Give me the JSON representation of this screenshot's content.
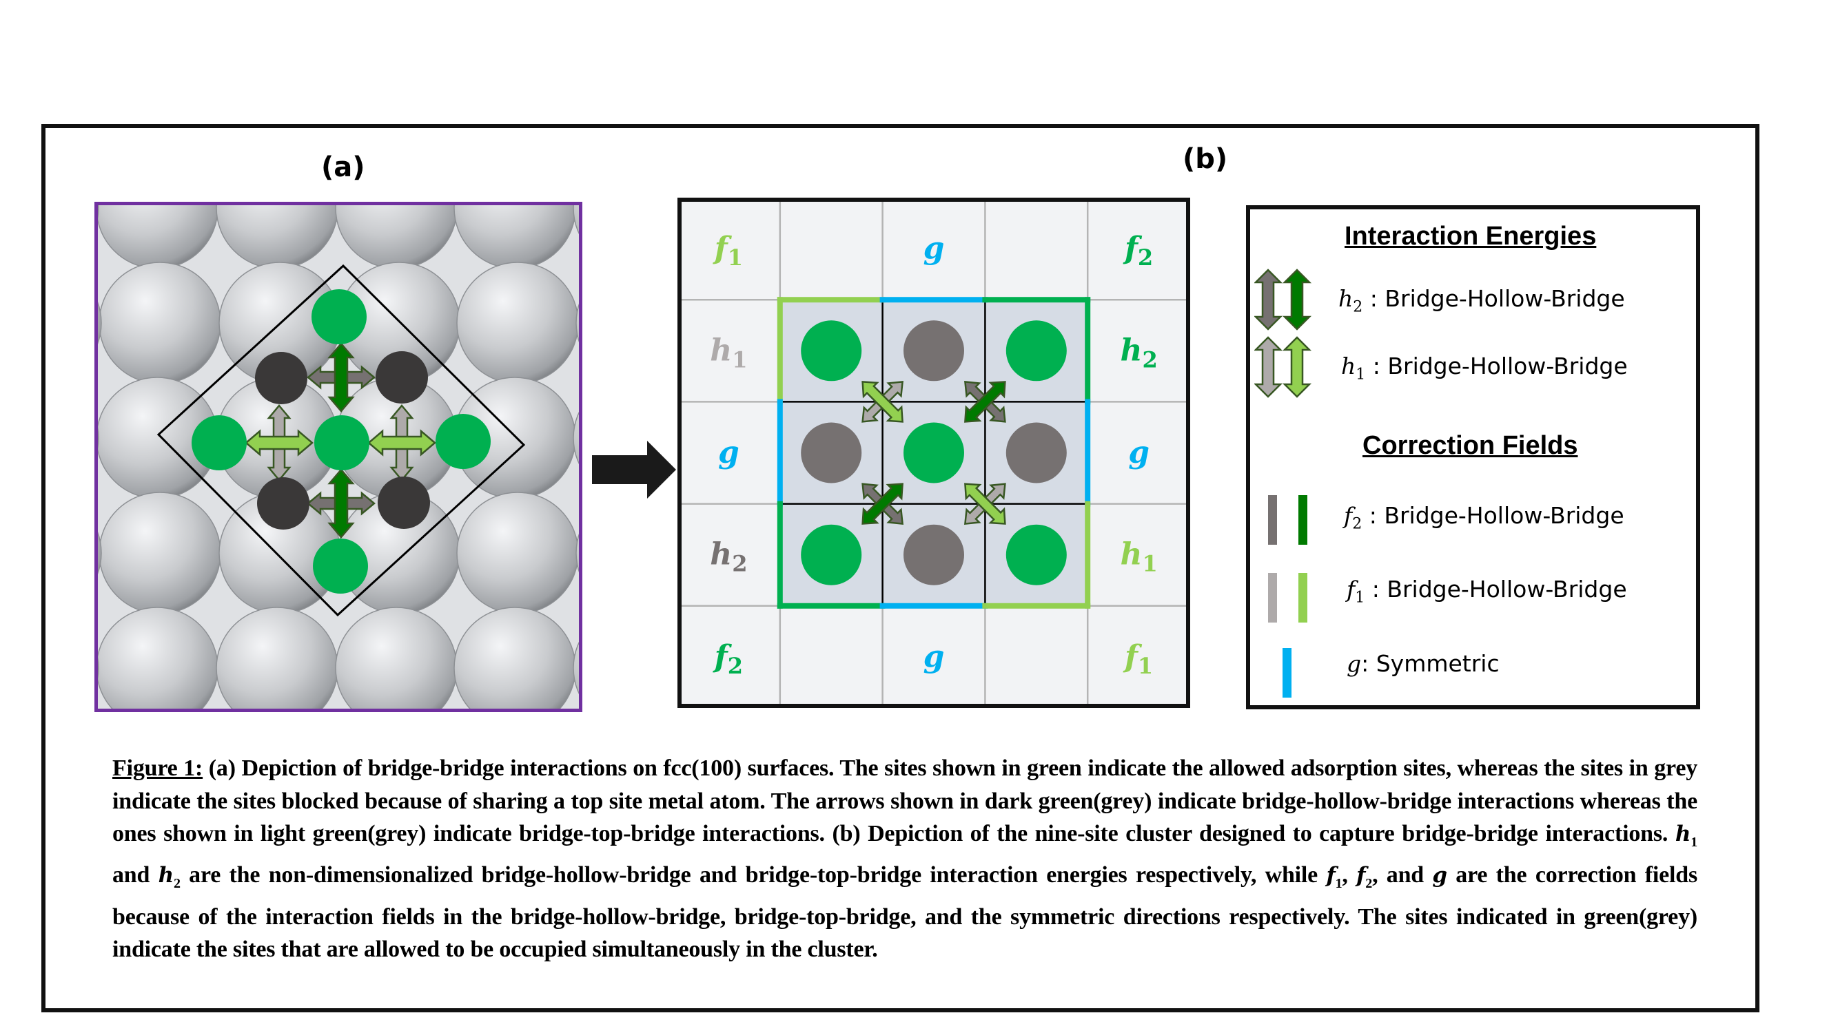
{
  "panel_a": {
    "label": "(a)",
    "description": "fcc(100) surface with bridge-bridge interactions",
    "colors": {
      "border": "#7030A0",
      "allowed_site": "#00B050",
      "blocked_site": "#3A3838",
      "diamond": "#000000"
    }
  },
  "panel_b": {
    "label": "(b)",
    "outer_labels": {
      "top": [
        "f1",
        "",
        "g",
        "",
        "f2"
      ],
      "left": [
        "h1",
        "g",
        "h2"
      ],
      "right": [
        "h2",
        "g",
        "h1"
      ],
      "bottom": [
        "f2",
        "",
        "g",
        "",
        "f1"
      ]
    },
    "outer_label_text": {
      "top_0": {
        "base": "f",
        "sub": "1",
        "color": "#92D050"
      },
      "top_2": {
        "base": "g",
        "sub": "",
        "color": "#00B0F0"
      },
      "top_4": {
        "base": "f",
        "sub": "2",
        "color": "#00B050"
      },
      "left_0": {
        "base": "h",
        "sub": "1",
        "color": "#AEAAAA"
      },
      "left_1": {
        "base": "g",
        "sub": "",
        "color": "#00B0F0"
      },
      "left_2": {
        "base": "h",
        "sub": "2",
        "color": "#767171"
      },
      "right_0": {
        "base": "h",
        "sub": "2",
        "color": "#00B050"
      },
      "right_1": {
        "base": "g",
        "sub": "",
        "color": "#00B0F0"
      },
      "right_2": {
        "base": "h",
        "sub": "1",
        "color": "#92D050"
      },
      "bottom_0": {
        "base": "f",
        "sub": "2",
        "color": "#00B050"
      },
      "bottom_2": {
        "base": "g",
        "sub": "",
        "color": "#00B0F0"
      },
      "bottom_4": {
        "base": "f",
        "sub": "1",
        "color": "#92D050"
      }
    },
    "cluster_sites": [
      [
        "allowed",
        "blocked",
        "allowed"
      ],
      [
        "blocked",
        "allowed",
        "blocked"
      ],
      [
        "allowed",
        "blocked",
        "allowed"
      ]
    ],
    "colors": {
      "allowed": "#00B050",
      "blocked": "#767171",
      "cell_bg": "#D6DCE5",
      "outer_bg": "#F2F3F5"
    }
  },
  "legend": {
    "interaction_title": "Interaction Energies",
    "interaction_rows": [
      {
        "symbol": "h",
        "sub": "2",
        "text": " : Bridge-Hollow-Bridge",
        "icon_colors": [
          "#767171",
          "#007A00"
        ]
      },
      {
        "symbol": "h",
        "sub": "1",
        "text": " : Bridge-Hollow-Bridge",
        "icon_colors": [
          "#AEAAAA",
          "#92D050"
        ]
      }
    ],
    "correction_title": "Correction Fields",
    "correction_rows": [
      {
        "symbol": "f",
        "sub": "2",
        "text": " : Bridge-Hollow-Bridge",
        "bar_colors": [
          "#767171",
          "#007A00"
        ]
      },
      {
        "symbol": "f",
        "sub": "1",
        "text": " : Bridge-Hollow-Bridge",
        "bar_colors": [
          "#AEAAAA",
          "#92D050"
        ]
      },
      {
        "symbol": "g",
        "sub": "",
        "text": ": Symmetric",
        "bar_colors": [
          "#00B0F0"
        ]
      }
    ]
  },
  "caption": {
    "figure_label": "Figure 1:",
    "part1": " (a) Depiction of bridge-bridge interactions on fcc(100) surfaces. The sites shown in green indicate the allowed adsorption sites, whereas the sites in grey indicate the sites blocked because of sharing a top site metal atom. The arrows shown in dark green(grey) indicate bridge-hollow-bridge interactions whereas the ones shown in light green(grey) indicate bridge-top-bridge interactions. (b) Depiction of the nine-site cluster designed to capture bridge-bridge interactions. ",
    "h1": "h",
    "h1_sub": "1",
    "and1": " and ",
    "h2": "h",
    "h2_sub": "2",
    "part2": " are the non-dimensionalized bridge-hollow-bridge and bridge-top-bridge interaction energies respectively, while ",
    "f1": "f",
    "f1_sub": "1",
    "comma": ", ",
    "f2": "f",
    "f2_sub": "2",
    "and2": ", and ",
    "g": "g",
    "part3": " are the correction fields because of the interaction fields in the bridge-hollow-bridge, bridge-top-bridge, and the symmetric directions respectively. The sites indicated in green(grey) indicate the sites that are allowed to be occupied simultaneously in the cluster."
  }
}
